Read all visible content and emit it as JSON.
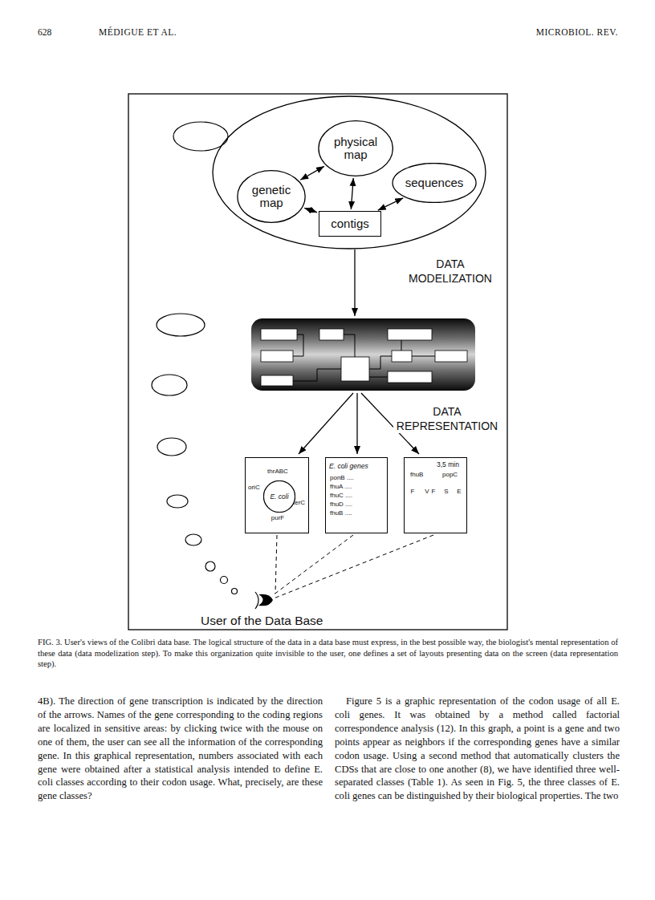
{
  "diagram": {
    "caption": "FIG. 3. User's views of the Colibri data base. The logical structure of the data in a data base must express, in the best possible way, the biologist's mental representation of these data (data modelization step). To make this organization quite invisible to the user, one defines a set of layouts presenting data on the screen (data representation step).",
    "nodes": [
      {
        "text": [
          "physical map"
        ]
      },
      {
        "text": [
          "genetic map"
        ]
      },
      {
        "text": [
          "sequences"
        ]
      },
      {
        "text": [
          "contigs"
        ]
      },
      {
        "text": [
          "thrABC",
          "oriC",
          "terC",
          "purF"
        ]
      },
      {
        "text": [
          "E. coli"
        ],
        "in": 4
      },
      {
        "text": [
          "E. coli genes",
          "ponB ....",
          "fhuA ....",
          "fhuC ....",
          "fhuD ....",
          "fhuB ...."
        ]
      },
      {
        "text": [
          "3,5 min",
          "fhuB",
          "popC",
          "F",
          "V",
          "F",
          "S",
          "E"
        ]
      }
    ],
    "edges": [
      {
        "from": 0,
        "to": 1,
        "arrow": "both"
      },
      {
        "from": 0,
        "to": 3,
        "arrow": "both"
      },
      {
        "from": 1,
        "to": 3,
        "arrow": "both"
      },
      {
        "from": 2,
        "to": 3,
        "arrow": "both"
      }
    ],
    "labels": [
      "628",
      "MÉDIGUE ET AL.",
      "MICROBIOL. REV.",
      "DATA MODELIZATION",
      "DATA REPRESENTATION",
      "User of the Data Base",
      "4B). The direction of gene transcription is indicated by the direction of the arrows. Names of the gene corresponding to the coding regions are localized in sensitive areas: by clicking twice with the mouse on one of them, the user can see all the information of the corresponding gene. In this graphical representation, numbers associated with each gene were obtained after a statistical analysis intended to define E. coli classes according to their codon usage. What, precisely, are these gene classes?",
      "Figure 5 is a graphic representation of the codon usage of all E. coli genes. It was obtained by a method called factorial correspondence analysis (12). In this graph, a point is a gene and two points appear as neighbors if the corresponding genes have a similar codon usage. Using a second method that automatically clusters the CDSs that are close to one another (8), we have identified three well-separated classes (Table 1). As seen in Fig. 5, the three classes of E. coli genes can be distinguished by their biological properties. The two"
    ]
  }
}
